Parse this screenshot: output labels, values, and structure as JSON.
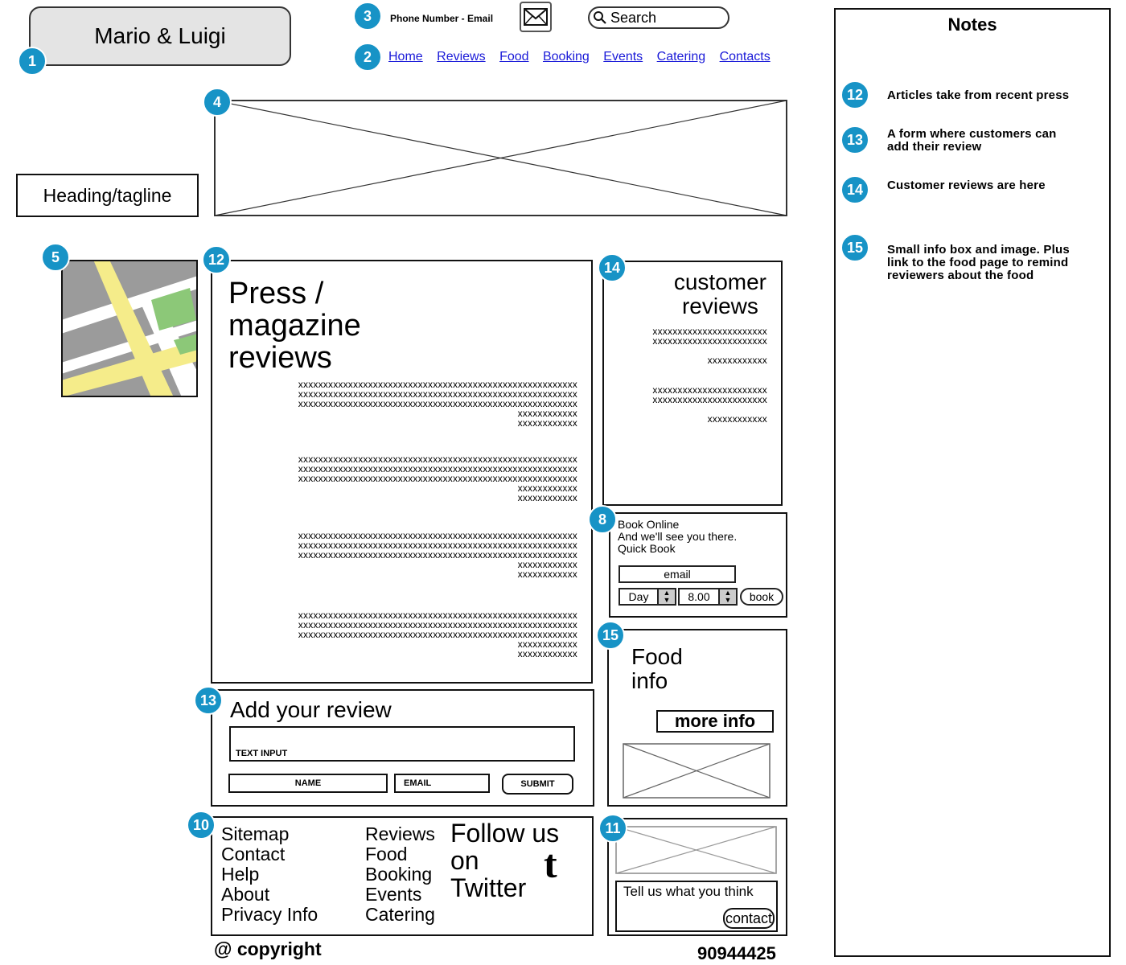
{
  "header": {
    "logo_text": "Mario & Luigi",
    "contact_text": "Phone Number - Email",
    "search_placeholder": "Search",
    "nav": [
      "Home",
      "Reviews",
      "Food",
      "Booking",
      "Events",
      "Catering",
      "Contacts"
    ]
  },
  "tagline": "Heading/tagline",
  "press": {
    "title_lines": [
      "Press /",
      "magazine",
      "reviews"
    ],
    "paragraph_lines": [
      "xxxxxxxxxxxxxxxxxxxxxxxxxxxxxxxxxxxxxxxxxxxxxxxxxxxxxxxx",
      "xxxxxxxxxxxxxxxxxxxxxxxxxxxxxxxxxxxxxxxxxxxxxxxxxxxxxxxx",
      "xxxxxxxxxxxxxxxxxxxxxxxxxxxxxxxxxxxxxxxxxxxxxxxxxxxxxxxx",
      "xxxxxxxxxxxx",
      "xxxxxxxxxxxx"
    ]
  },
  "customer_reviews": {
    "title_lines": [
      "customer",
      "reviews"
    ],
    "block_lines": [
      "xxxxxxxxxxxxxxxxxxxxxxx",
      "xxxxxxxxxxxxxxxxxxxxxxx",
      "xxxxxxxxxxxx"
    ]
  },
  "booking": {
    "line1": "Book Online",
    "line2": "And we'll see you there.",
    "line3": "Quick Book",
    "email_label": "email",
    "day_value": "Day",
    "time_value": "8.00",
    "book_label": "book"
  },
  "food_info": {
    "title_lines": [
      "Food",
      "info"
    ],
    "more_label": "more info"
  },
  "review_form": {
    "title": "Add your review",
    "text_input_label": "TEXT INPUT",
    "name_label": "NAME",
    "email_label": "EMAIL",
    "submit_label": "SUBMIT"
  },
  "footer": {
    "col1": [
      "Sitemap",
      "Contact",
      "Help",
      "About",
      "Privacy Info"
    ],
    "col2": [
      "Reviews",
      "Food",
      "Booking",
      "Events",
      "Catering"
    ],
    "twitter_lines": [
      "Follow us on",
      "Twitter"
    ],
    "twitter_glyph": "t",
    "copyright": "@ copyright",
    "phone": "90944425"
  },
  "contact_box": {
    "prompt": "Tell us what you think",
    "button_label": "contact"
  },
  "badges": {
    "b1": "1",
    "b2": "2",
    "b3": "3",
    "b4": "4",
    "b5": "5",
    "b8": "8",
    "b10": "10",
    "b11": "11",
    "b12": "12",
    "b13": "13",
    "b14": "14",
    "b15": "15"
  },
  "notes": {
    "title": "Notes",
    "items": [
      {
        "badge": "12",
        "text": "Articles take from recent press"
      },
      {
        "badge": "13",
        "text": "A form where customers can add their review"
      },
      {
        "badge": "14",
        "text": "Customer reviews are here"
      },
      {
        "badge": "15",
        "text": "Small info box and image. Plus link to the food page to remind reviewers about the food"
      }
    ]
  },
  "colors": {
    "badge": "#1793c6",
    "link": "#1a1ad8",
    "map_road": "#f5ec8a",
    "map_block": "#9b9b9b",
    "map_park": "#8cc878"
  }
}
